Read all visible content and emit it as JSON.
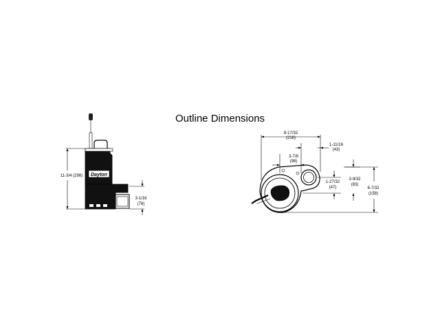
{
  "title": "Outline Dimensions",
  "side_view": {
    "brand": "Dayton",
    "dims": {
      "height": "11-3/4 (298)",
      "outlet_height": "3-1/16",
      "outlet_height_mm": "(78)"
    }
  },
  "top_view": {
    "dims": {
      "overall_width": "8-17/32",
      "overall_width_mm": "(216)",
      "outlet_offset": "1-11/16",
      "outlet_offset_mm": "(43)",
      "inlet_offset": "3-7/8",
      "inlet_offset_mm": "(98)",
      "depth_a": "1-27/32",
      "depth_a_mm": "(47)",
      "depth_b": "3-9/32",
      "depth_b_mm": "(83)",
      "depth_c": "6-7/32",
      "depth_c_mm": "(158)"
    }
  }
}
